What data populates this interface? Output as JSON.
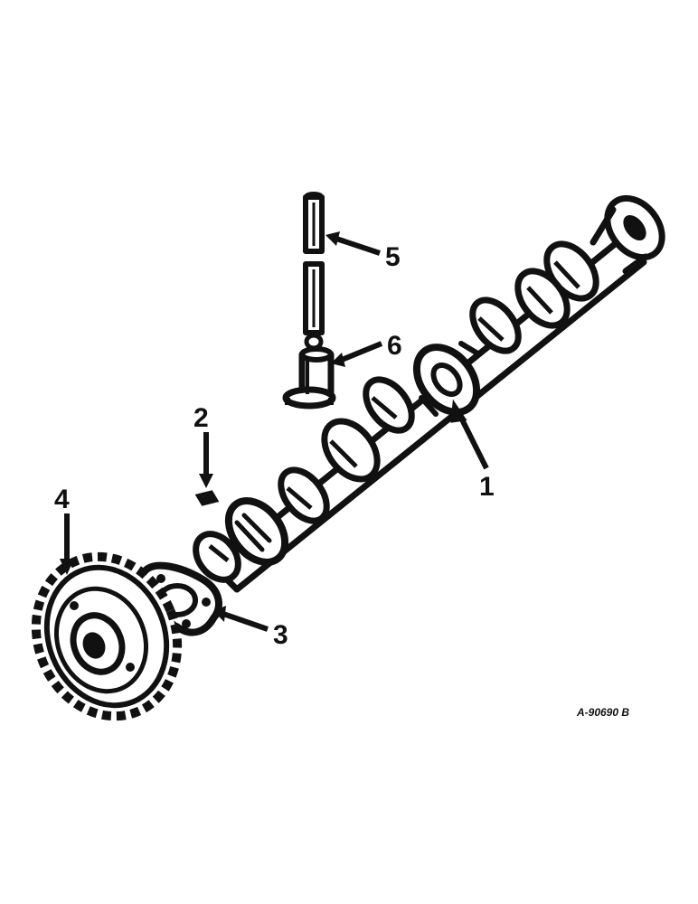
{
  "callouts": {
    "c1": "1",
    "c2": "2",
    "c3": "3",
    "c4": "4",
    "c5": "5",
    "c6": "6"
  },
  "reference_code": "A-90690 B",
  "colors": {
    "ink": "#111111",
    "paper": "#ffffff"
  }
}
